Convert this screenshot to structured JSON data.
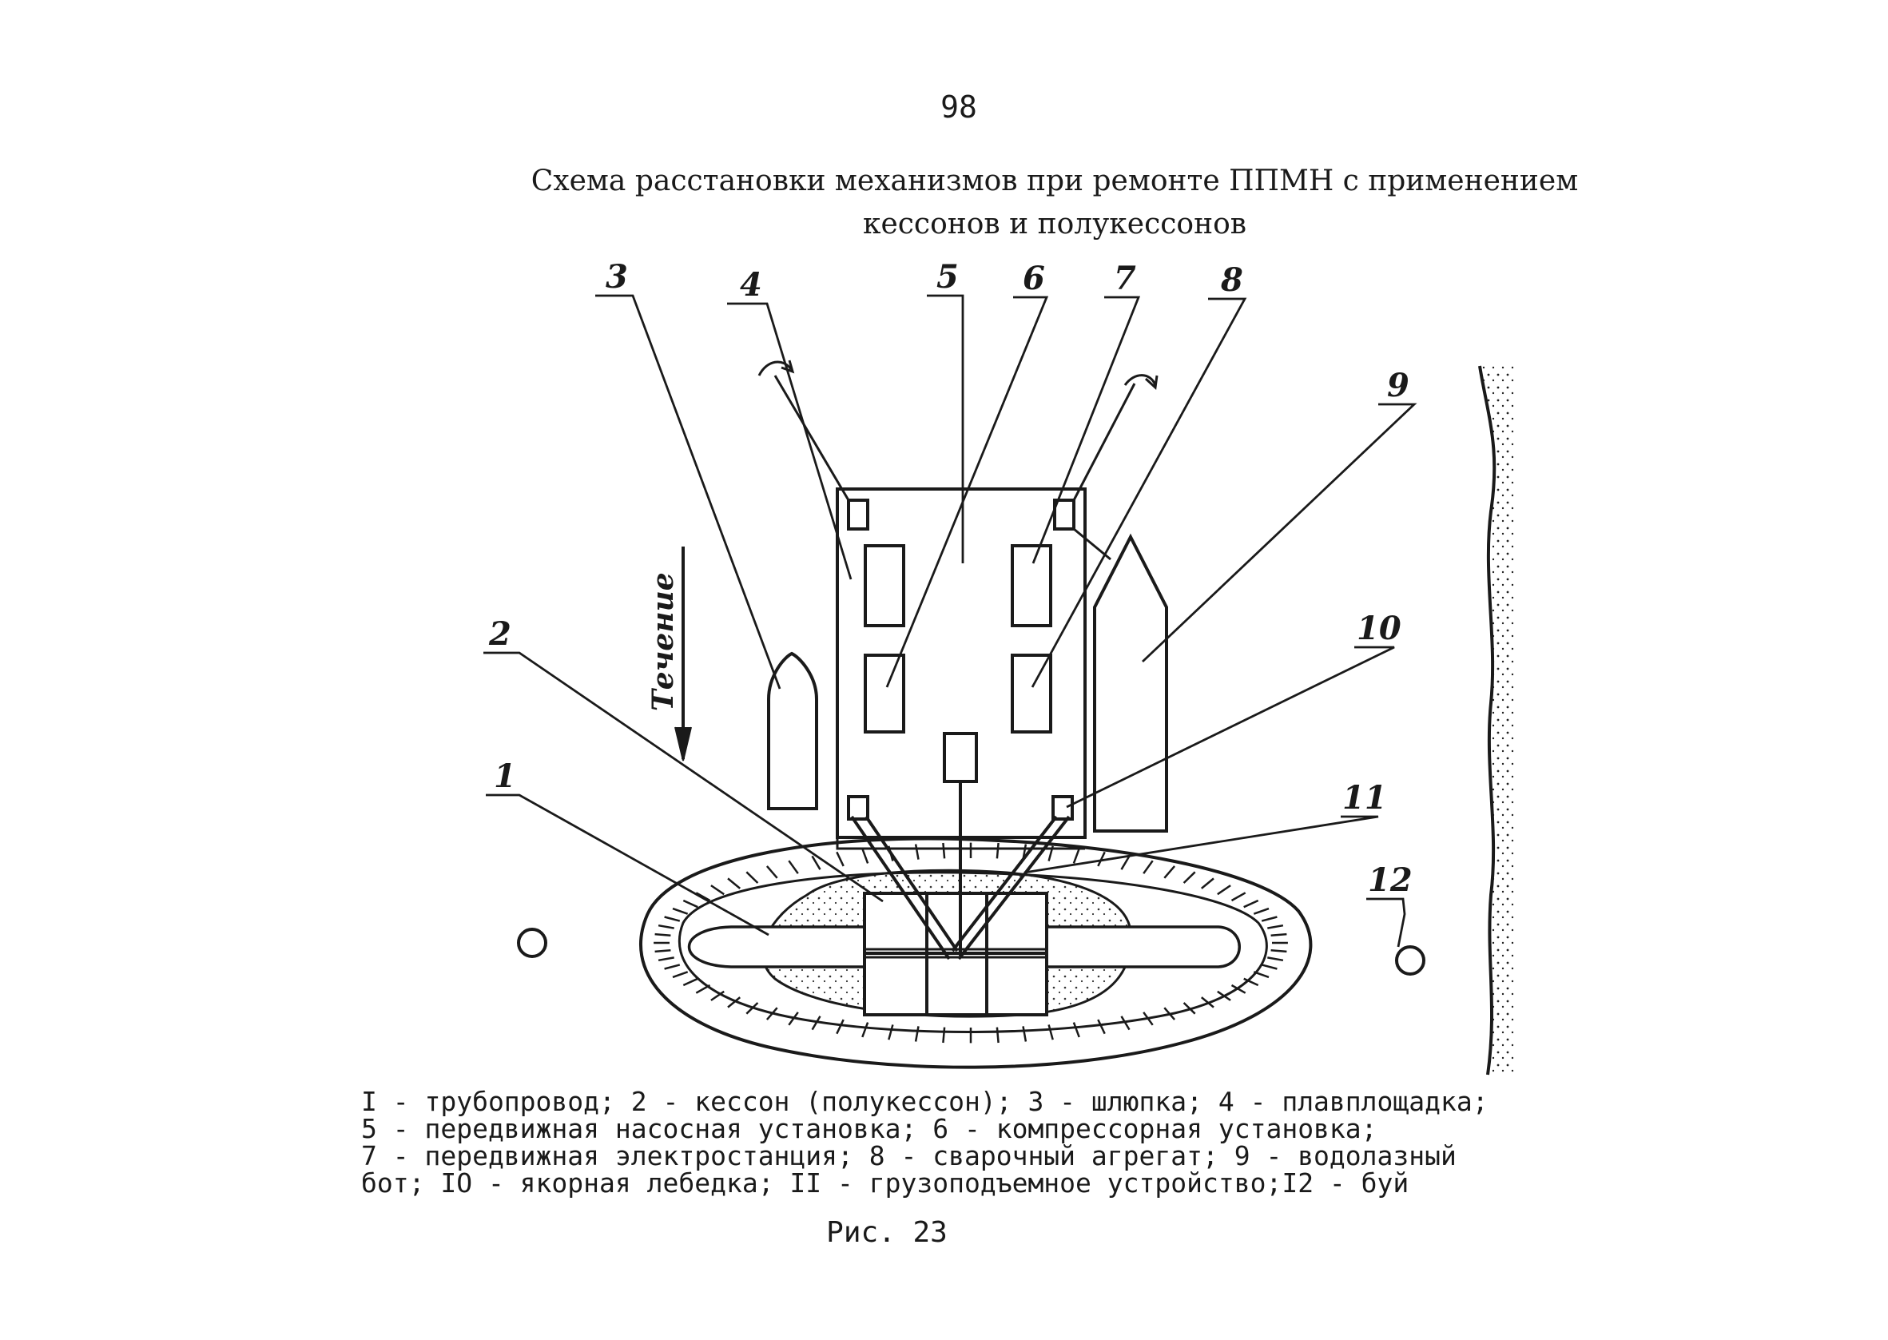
{
  "page_number": "98",
  "title": {
    "line1": "Схема расстановки механизмов при ремонте ППМН с применением",
    "line2": "кессонов и полукессонов"
  },
  "diagram": {
    "flow_label": "Течение",
    "labels": {
      "n1": "1",
      "n2": "2",
      "n3": "3",
      "n4": "4",
      "n5": "5",
      "n6": "6",
      "n7": "7",
      "n8": "8",
      "n9": "9",
      "n10": "10",
      "n11": "11",
      "n12": "12"
    }
  },
  "legend": {
    "line1": "I - трубопровод; 2 - кессон (полукессон); 3 - шлюпка; 4 - плавплощадка;",
    "line2": "5 - передвижная насосная установка; 6 - компрессорная установка;",
    "line3": "7 - передвижная электростанция; 8 - сварочный агрегат; 9 - водолазный",
    "line4": "бот; IO - якорная лебедка; II - грузоподъемное устройство;I2 - буй"
  },
  "caption": "Рис. 23"
}
